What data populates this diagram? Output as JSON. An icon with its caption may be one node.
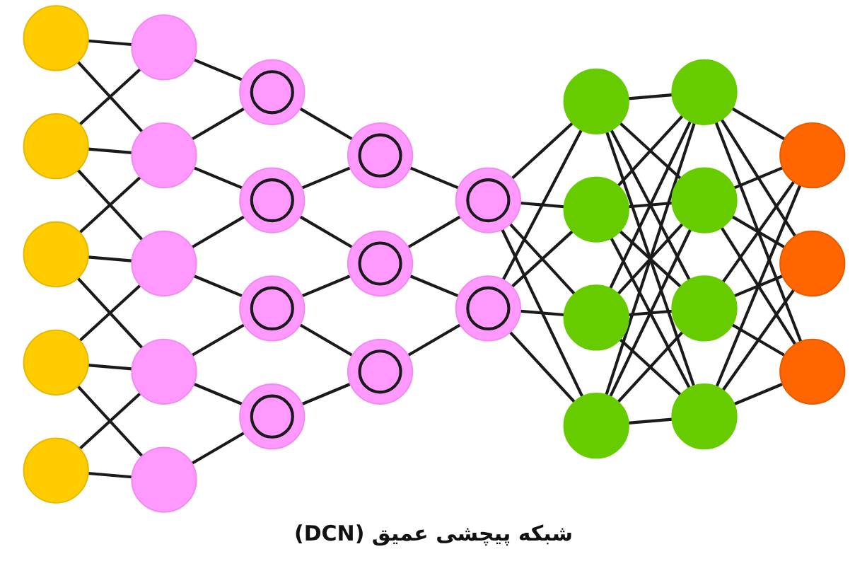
{
  "diagram": {
    "caption": "شبکه پیچشی عمیق (DCN)",
    "nodes": [
      {
        "text": [],
        "shape": "circle"
      },
      {
        "text": [],
        "shape": "circle"
      },
      {
        "text": [],
        "shape": "circle"
      },
      {
        "text": [],
        "shape": "circle"
      },
      {
        "text": [],
        "shape": "circle"
      },
      {
        "text": [],
        "shape": "circle"
      },
      {
        "text": [],
        "shape": "circle"
      },
      {
        "text": [],
        "shape": "circle"
      },
      {
        "text": [],
        "shape": "circle"
      },
      {
        "text": [],
        "shape": "circle"
      },
      {
        "text": [],
        "shape": "circle"
      },
      {
        "text": [],
        "shape": "circle"
      },
      {
        "text": [],
        "shape": "circle"
      },
      {
        "text": [],
        "shape": "circle"
      },
      {
        "text": [],
        "shape": "circle"
      },
      {
        "text": [],
        "shape": "circle"
      },
      {
        "text": [],
        "shape": "circle"
      },
      {
        "text": [],
        "shape": "circle"
      },
      {
        "text": [],
        "shape": "circle"
      },
      {
        "text": [],
        "shape": "circle"
      },
      {
        "text": [],
        "shape": "circle"
      },
      {
        "text": [],
        "shape": "circle"
      },
      {
        "text": [],
        "shape": "circle"
      },
      {
        "text": [],
        "shape": "circle"
      },
      {
        "text": [],
        "shape": "circle"
      },
      {
        "text": [],
        "shape": "circle"
      },
      {
        "text": [],
        "shape": "circle"
      },
      {
        "text": [],
        "shape": "circle"
      },
      {
        "text": [],
        "shape": "circle"
      },
      {
        "text": [],
        "shape": "circle"
      }
    ],
    "edges": [
      {
        "from": 0,
        "to": 5,
        "arrow": "none"
      },
      {
        "from": 0,
        "to": 6,
        "arrow": "none"
      },
      {
        "from": 1,
        "to": 5,
        "arrow": "none"
      },
      {
        "from": 1,
        "to": 6,
        "arrow": "none"
      },
      {
        "from": 1,
        "to": 7,
        "arrow": "none"
      },
      {
        "from": 2,
        "to": 6,
        "arrow": "none"
      },
      {
        "from": 2,
        "to": 7,
        "arrow": "none"
      },
      {
        "from": 2,
        "to": 8,
        "arrow": "none"
      },
      {
        "from": 3,
        "to": 7,
        "arrow": "none"
      },
      {
        "from": 3,
        "to": 8,
        "arrow": "none"
      },
      {
        "from": 3,
        "to": 9,
        "arrow": "none"
      },
      {
        "from": 4,
        "to": 8,
        "arrow": "none"
      },
      {
        "from": 4,
        "to": 9,
        "arrow": "none"
      },
      {
        "from": 5,
        "to": 10,
        "arrow": "none"
      },
      {
        "from": 6,
        "to": 10,
        "arrow": "none"
      },
      {
        "from": 6,
        "to": 11,
        "arrow": "none"
      },
      {
        "from": 7,
        "to": 11,
        "arrow": "none"
      },
      {
        "from": 7,
        "to": 12,
        "arrow": "none"
      },
      {
        "from": 8,
        "to": 12,
        "arrow": "none"
      },
      {
        "from": 8,
        "to": 13,
        "arrow": "none"
      },
      {
        "from": 9,
        "to": 13,
        "arrow": "none"
      },
      {
        "from": 10,
        "to": 14,
        "arrow": "none"
      },
      {
        "from": 11,
        "to": 14,
        "arrow": "none"
      },
      {
        "from": 11,
        "to": 15,
        "arrow": "none"
      },
      {
        "from": 12,
        "to": 15,
        "arrow": "none"
      },
      {
        "from": 12,
        "to": 16,
        "arrow": "none"
      },
      {
        "from": 13,
        "to": 16,
        "arrow": "none"
      },
      {
        "from": 14,
        "to": 17,
        "arrow": "none"
      },
      {
        "from": 15,
        "to": 17,
        "arrow": "none"
      },
      {
        "from": 15,
        "to": 18,
        "arrow": "none"
      },
      {
        "from": 16,
        "to": 18,
        "arrow": "none"
      },
      {
        "from": 17,
        "to": 19,
        "arrow": "none"
      },
      {
        "from": 17,
        "to": 20,
        "arrow": "none"
      },
      {
        "from": 17,
        "to": 21,
        "arrow": "none"
      },
      {
        "from": 17,
        "to": 22,
        "arrow": "none"
      },
      {
        "from": 18,
        "to": 19,
        "arrow": "none"
      },
      {
        "from": 18,
        "to": 20,
        "arrow": "none"
      },
      {
        "from": 18,
        "to": 21,
        "arrow": "none"
      },
      {
        "from": 18,
        "to": 22,
        "arrow": "none"
      },
      {
        "from": 19,
        "to": 23,
        "arrow": "none"
      },
      {
        "from": 19,
        "to": 24,
        "arrow": "none"
      },
      {
        "from": 19,
        "to": 25,
        "arrow": "none"
      },
      {
        "from": 19,
        "to": 26,
        "arrow": "none"
      },
      {
        "from": 20,
        "to": 23,
        "arrow": "none"
      },
      {
        "from": 20,
        "to": 24,
        "arrow": "none"
      },
      {
        "from": 20,
        "to": 25,
        "arrow": "none"
      },
      {
        "from": 20,
        "to": 26,
        "arrow": "none"
      },
      {
        "from": 21,
        "to": 23,
        "arrow": "none"
      },
      {
        "from": 21,
        "to": 24,
        "arrow": "none"
      },
      {
        "from": 21,
        "to": 25,
        "arrow": "none"
      },
      {
        "from": 21,
        "to": 26,
        "arrow": "none"
      },
      {
        "from": 22,
        "to": 23,
        "arrow": "none"
      },
      {
        "from": 22,
        "to": 24,
        "arrow": "none"
      },
      {
        "from": 22,
        "to": 25,
        "arrow": "none"
      },
      {
        "from": 22,
        "to": 26,
        "arrow": "none"
      },
      {
        "from": 23,
        "to": 27,
        "arrow": "none"
      },
      {
        "from": 23,
        "to": 28,
        "arrow": "none"
      },
      {
        "from": 23,
        "to": 29,
        "arrow": "none"
      },
      {
        "from": 24,
        "to": 27,
        "arrow": "none"
      },
      {
        "from": 24,
        "to": 28,
        "arrow": "none"
      },
      {
        "from": 24,
        "to": 29,
        "arrow": "none"
      },
      {
        "from": 25,
        "to": 27,
        "arrow": "none"
      },
      {
        "from": 25,
        "to": 28,
        "arrow": "none"
      },
      {
        "from": 25,
        "to": 29,
        "arrow": "none"
      },
      {
        "from": 26,
        "to": 27,
        "arrow": "none"
      },
      {
        "from": 26,
        "to": 28,
        "arrow": "none"
      },
      {
        "from": 26,
        "to": 29,
        "arrow": "none"
      }
    ]
  }
}
